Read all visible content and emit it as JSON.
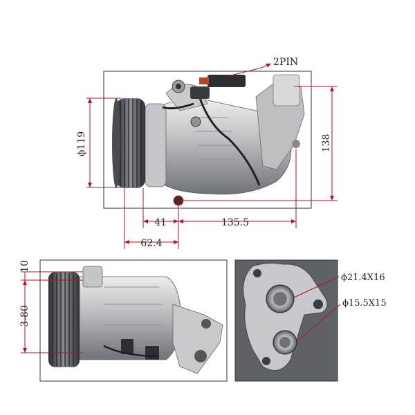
{
  "labels": {
    "connector": "2PIN",
    "pulley_diameter": "ϕ119",
    "height": "138",
    "mount_offset": "41",
    "mount_length": "135.5",
    "pulley_to_mount": "62.4",
    "side_offset": "10",
    "side_mount": "3-80",
    "port_large": "ϕ21.4X16",
    "port_small": "ϕ15.5X15"
  },
  "colors": {
    "dimension_line": "#b5121b",
    "frame": "#333333",
    "metal_light": "#d9dadc",
    "metal_dark": "#6d7075",
    "pulley": "#3a3c40"
  }
}
